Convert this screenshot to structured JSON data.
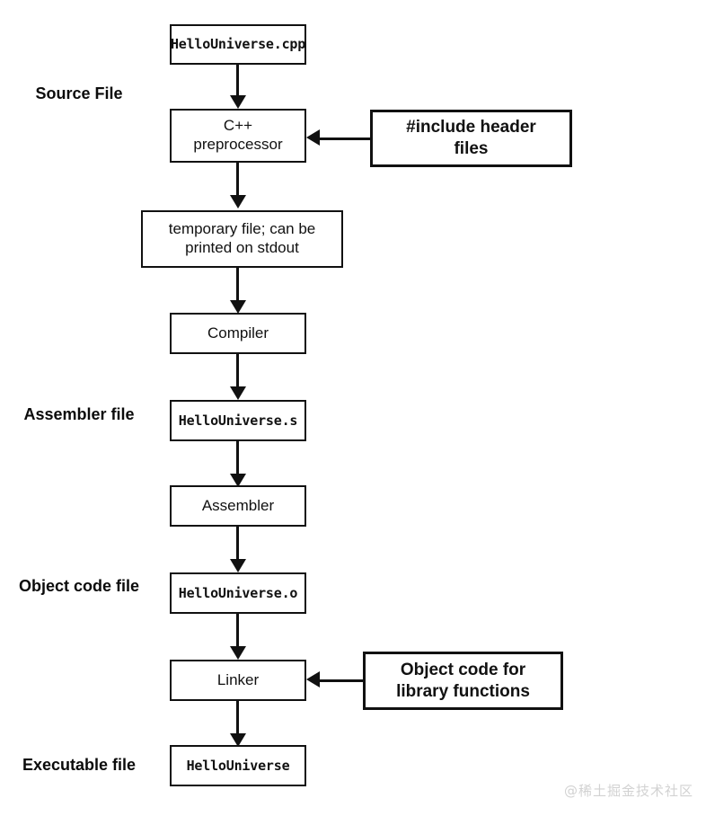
{
  "diagram": {
    "title": "C++ compilation pipeline",
    "type": "flowchart",
    "stage_labels": [
      {
        "id": "source-file",
        "text": "Source File"
      },
      {
        "id": "assembler-file",
        "line1": "Assembler",
        "line2": "file"
      },
      {
        "id": "object-code-file",
        "line1": "Object code",
        "line2": "file"
      },
      {
        "id": "executable-file",
        "line1": "Executable",
        "line2": "file"
      }
    ],
    "nodes": [
      {
        "id": "hellouniverse-cpp",
        "label": "HelloUniverse.cpp",
        "style": "mono"
      },
      {
        "id": "cpp-preprocessor",
        "line1": "C++",
        "line2": "preprocessor",
        "style": "plain"
      },
      {
        "id": "temporary-file",
        "line1": "temporary file; can be",
        "line2": "printed on stdout",
        "style": "plain"
      },
      {
        "id": "compiler",
        "label": "Compiler",
        "style": "plain"
      },
      {
        "id": "hellouniverse-s",
        "label": "HelloUniverse.s",
        "style": "mono"
      },
      {
        "id": "assembler",
        "label": "Assembler",
        "style": "plain"
      },
      {
        "id": "hellouniverse-o",
        "label": "HelloUniverse.o",
        "style": "mono"
      },
      {
        "id": "linker",
        "label": "Linker",
        "style": "plain"
      },
      {
        "id": "hellouniverse",
        "label": "HelloUniverse",
        "style": "mono"
      }
    ],
    "side_inputs": [
      {
        "id": "include-header-files",
        "line1": "#include header",
        "line2": "files",
        "target": "cpp-preprocessor"
      },
      {
        "id": "object-code-library",
        "line1": "Object code for",
        "line2": "library functions",
        "target": "linker"
      }
    ],
    "edges": [
      {
        "from": "hellouniverse-cpp",
        "to": "cpp-preprocessor",
        "direction": "down"
      },
      {
        "from": "cpp-preprocessor",
        "to": "temporary-file",
        "direction": "down"
      },
      {
        "from": "temporary-file",
        "to": "compiler",
        "direction": "down"
      },
      {
        "from": "compiler",
        "to": "hellouniverse-s",
        "direction": "down"
      },
      {
        "from": "hellouniverse-s",
        "to": "assembler",
        "direction": "down"
      },
      {
        "from": "assembler",
        "to": "hellouniverse-o",
        "direction": "down"
      },
      {
        "from": "hellouniverse-o",
        "to": "linker",
        "direction": "down"
      },
      {
        "from": "linker",
        "to": "hellouniverse",
        "direction": "down"
      },
      {
        "from": "include-header-files",
        "to": "cpp-preprocessor",
        "direction": "left"
      },
      {
        "from": "object-code-library",
        "to": "linker",
        "direction": "left"
      }
    ],
    "colors": {
      "stroke": "#111111",
      "background": "#ffffff",
      "text": "#111111",
      "watermark": "#d2d2d2"
    }
  },
  "watermark": {
    "text": "@稀土掘金技术社区"
  }
}
